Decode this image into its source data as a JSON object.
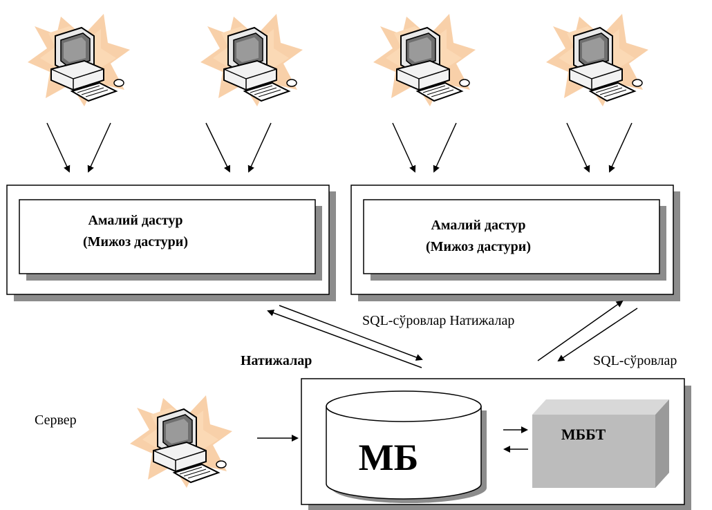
{
  "diagram": {
    "client_label_line1": "Амалий дастур",
    "client_label_line2": "(Мижоз дастури)",
    "sql_queries_center": "SQL-сўровлар Натижалар",
    "results_left": "Натижалар",
    "sql_queries_right": "SQL-сўровлар",
    "server_label": "Сервер",
    "db_label": "МБ",
    "dbms_label": "МББТ",
    "icons": [
      "computer-icon",
      "computer-icon",
      "computer-icon",
      "computer-icon",
      "computer-icon"
    ],
    "colors": {
      "burst": "#f7c89a",
      "cube_front": "#bcbcbc",
      "cube_side": "#9a9a9a",
      "cube_top": "#d8d8d8",
      "shadow": "#8c8c8c"
    }
  }
}
